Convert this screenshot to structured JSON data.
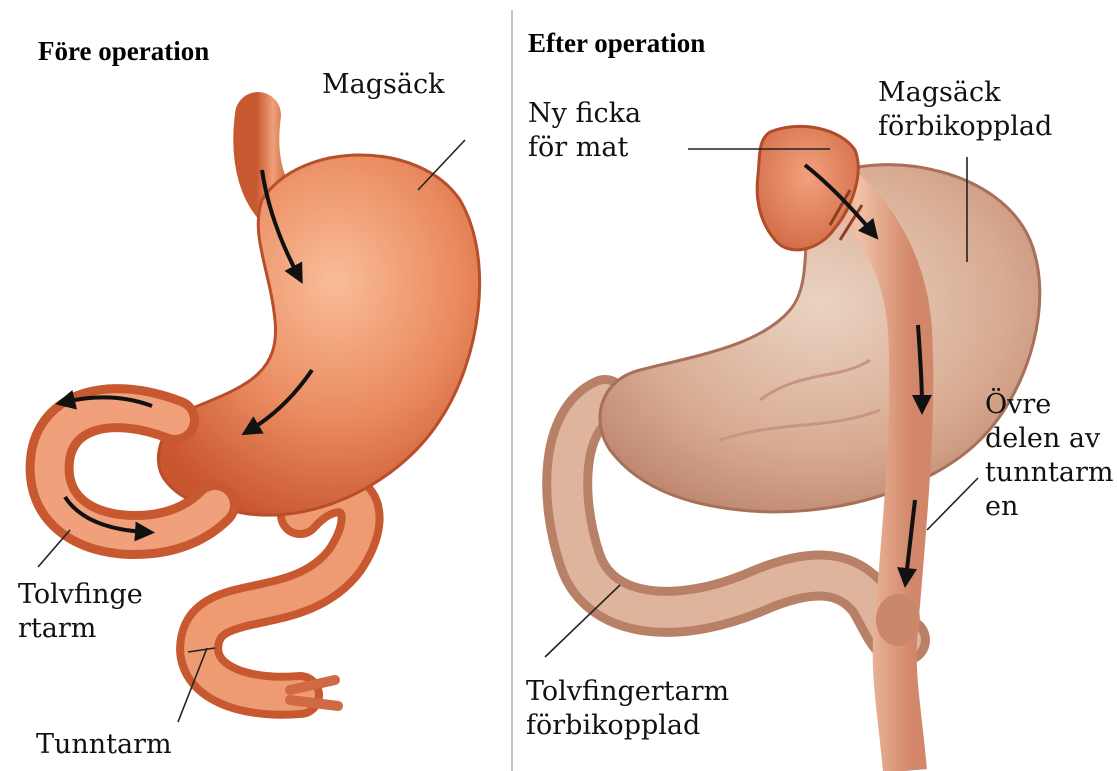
{
  "before": {
    "heading": "Före operation",
    "labels": {
      "stomach": "Magsäck",
      "duodenum_line1": "Tolvfinge",
      "duodenum_line2": "rtarm",
      "small_intestine": "Tunntarm"
    }
  },
  "after": {
    "heading": "Efter operation",
    "labels": {
      "pouch_line1": "Ny ficka",
      "pouch_line2": "för mat",
      "bypassed_stomach_line1": "Magsäck",
      "bypassed_stomach_line2": "förbikopplad",
      "jejunum_line1": "Övre",
      "jejunum_line2": "delen av",
      "jejunum_line3": "tunntarm",
      "jejunum_line4": "en",
      "bypassed_duodenum_line1": "Tolvfingertarm",
      "bypassed_duodenum_line2": "förbikopplad"
    }
  },
  "colors": {
    "organ": "#e9845a",
    "organ_dark": "#c95a33",
    "organ_light": "#f6b08e",
    "bypassed_organ": "#d9a88f",
    "bypassed_organ_dark": "#b98068",
    "divider": "#b9c8d6"
  }
}
